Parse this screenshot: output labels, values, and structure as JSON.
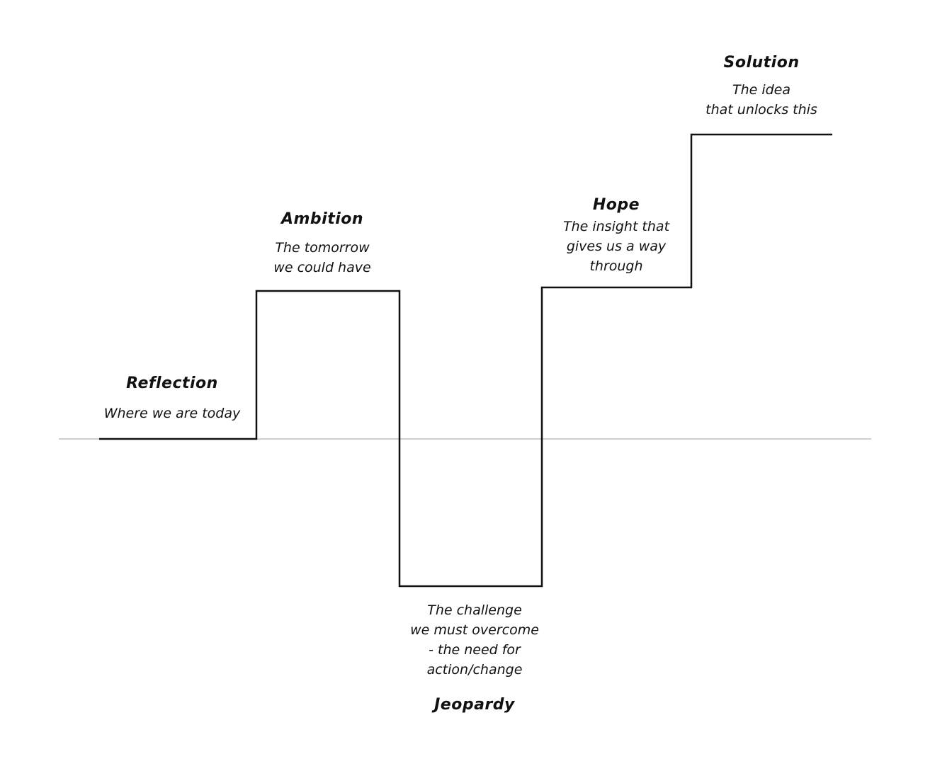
{
  "diagram": {
    "stages": {
      "reflection": {
        "title": "Reflection",
        "description": "Where we are today"
      },
      "ambition": {
        "title": "Ambition",
        "description": "The tomorrow\nwe could have"
      },
      "jeopardy": {
        "title": "Jeopardy",
        "description": "The challenge\nwe must overcome\n- the need for\naction/change"
      },
      "hope": {
        "title": "Hope",
        "description": "The insight that\ngives us a way\nthrough"
      },
      "solution": {
        "title": "Solution",
        "description": "The idea\nthat unlocks this"
      }
    },
    "colors": {
      "line": "#111111",
      "baseline": "#cfcfcf",
      "text": "#111111"
    }
  }
}
